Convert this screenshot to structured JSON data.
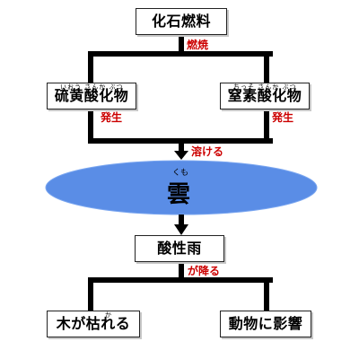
{
  "nodes": {
    "fossil_fuel": "化石燃料",
    "sulfur_oxide": {
      "label": "硫黄酸化物",
      "ruby": "いおう さんか ぶつ"
    },
    "nitrogen_oxide": {
      "label": "窒素酸化物",
      "ruby": "ちっそ さんか ぶつ"
    },
    "cloud": {
      "label": "雲",
      "ruby": "くも"
    },
    "acid_rain": "酸性雨",
    "trees_wither": {
      "label": "木が枯れる",
      "ruby": "か"
    },
    "animal_impact": "動物に影響"
  },
  "edge_labels": {
    "combustion": "燃焼",
    "generation_left": "発生",
    "generation_right": "発生",
    "dissolve": "溶ける",
    "falls": "が降る"
  },
  "colors": {
    "line": "#000000",
    "label": "#cc0000",
    "cloud": "#5a8de6",
    "cloud_border": "#7aa6f0"
  }
}
